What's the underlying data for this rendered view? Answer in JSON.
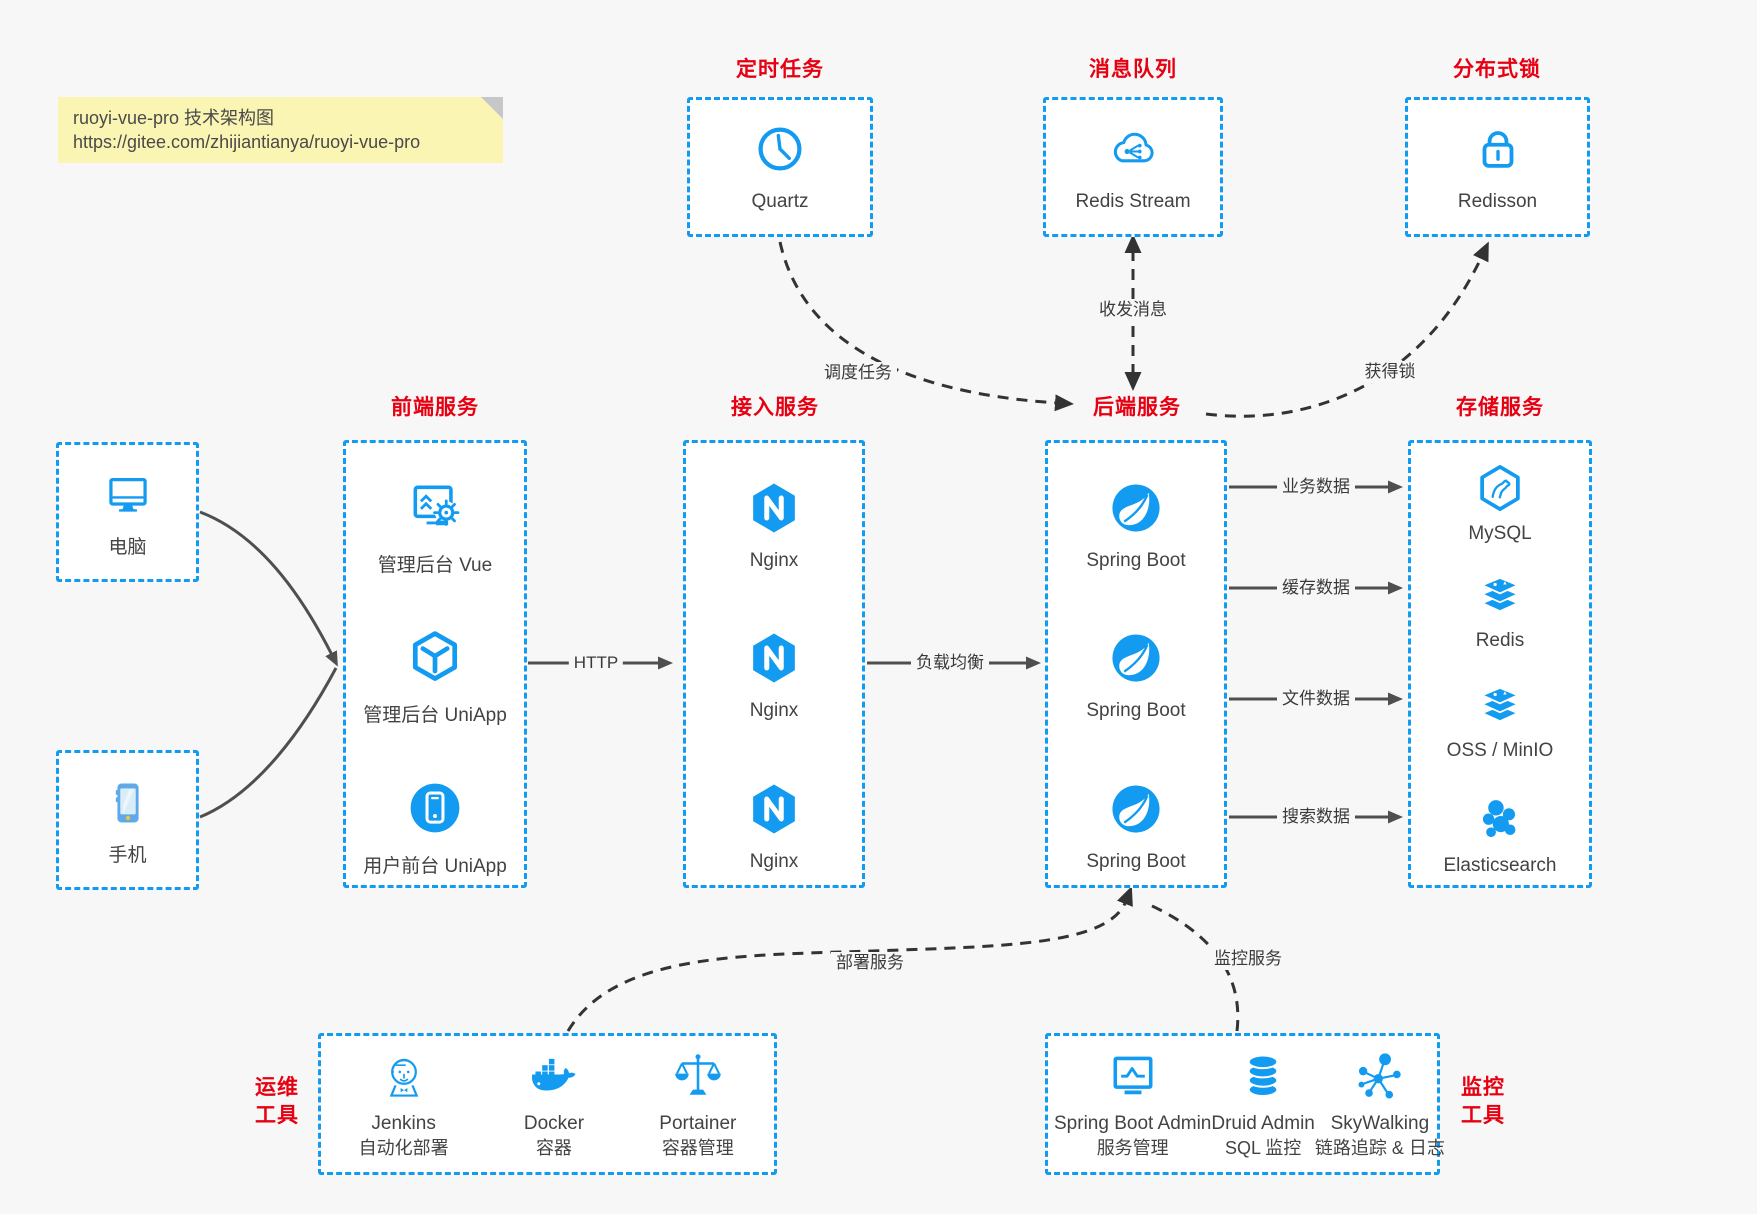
{
  "colors": {
    "blue": "#129bf0",
    "red": "#e60012",
    "ink": "#434343",
    "arrow": "#4f4f4f",
    "dash": "#333333",
    "pagebg": "#f7f7f7",
    "boxbg": "#ffffff",
    "notebg": "#fbf5b4",
    "notefold": "#c6c7c9",
    "phonebody": "#5fa9e6",
    "phonescreen": "#d9ecfa",
    "phonebtn": "#f6c33c"
  },
  "note": {
    "line1": "ruoyi-vue-pro 技术架构图",
    "line2": "https://gitee.com/zhijiantianya/ruoyi-vue-pro"
  },
  "top_groups": [
    {
      "title": "定时任务",
      "item": {
        "label": "Quartz",
        "icon": "clock-icon"
      }
    },
    {
      "title": "消息队列",
      "item": {
        "label": "Redis Stream",
        "icon": "cloud-stream-icon"
      }
    },
    {
      "title": "分布式锁",
      "item": {
        "label": "Redisson",
        "icon": "lock-icon"
      }
    }
  ],
  "clients": [
    {
      "label": "电脑",
      "icon": "desktop-icon"
    },
    {
      "label": "手机",
      "icon": "mobile-icon"
    }
  ],
  "columns": [
    {
      "title": "前端服务",
      "items": [
        {
          "label": "管理后台 Vue",
          "icon": "admin-vue-icon"
        },
        {
          "label": "管理后台 UniApp",
          "icon": "uniapp-cube-icon"
        },
        {
          "label": "用户前台 UniApp",
          "icon": "phone-circle-icon"
        }
      ]
    },
    {
      "title": "接入服务",
      "items": [
        {
          "label": "Nginx",
          "icon": "nginx-icon"
        },
        {
          "label": "Nginx",
          "icon": "nginx-icon"
        },
        {
          "label": "Nginx",
          "icon": "nginx-icon"
        }
      ]
    },
    {
      "title": "后端服务",
      "items": [
        {
          "label": "Spring Boot",
          "icon": "spring-icon"
        },
        {
          "label": "Spring Boot",
          "icon": "spring-icon"
        },
        {
          "label": "Spring Boot",
          "icon": "spring-icon"
        }
      ]
    },
    {
      "title": "存储服务",
      "items": [
        {
          "label": "MySQL",
          "icon": "mysql-icon"
        },
        {
          "label": "Redis",
          "icon": "redis-stack-icon"
        },
        {
          "label": "OSS / MinIO",
          "icon": "oss-stack-icon"
        },
        {
          "label": "Elasticsearch",
          "icon": "elasticsearch-icon"
        }
      ]
    }
  ],
  "edges": {
    "http": "HTTP",
    "load_balance": "负载均衡",
    "schedule": "调度任务",
    "mq": "收发消息",
    "lock": "获得锁",
    "biz_data": "业务数据",
    "cache_data": "缓存数据",
    "file_data": "文件数据",
    "search_data": "搜索数据",
    "deploy": "部署服务",
    "monitor": "监控服务"
  },
  "bottom_groups": [
    {
      "title_line1": "运维",
      "title_line2": "工具",
      "items": [
        {
          "name": "Jenkins",
          "desc": "自动化部署",
          "icon": "jenkins-icon"
        },
        {
          "name": "Docker",
          "desc": "容器",
          "icon": "docker-icon"
        },
        {
          "name": "Portainer",
          "desc": "容器管理",
          "icon": "portainer-icon"
        }
      ]
    },
    {
      "title_line1": "监控",
      "title_line2": "工具",
      "items": [
        {
          "name": "Spring Boot Admin",
          "desc": "服务管理",
          "icon": "sba-icon"
        },
        {
          "name": "Druid Admin",
          "desc": "SQL 监控",
          "icon": "druid-icon"
        },
        {
          "name": "SkyWalking",
          "desc": "链路追踪 & 日志",
          "icon": "skywalking-icon"
        }
      ]
    }
  ]
}
